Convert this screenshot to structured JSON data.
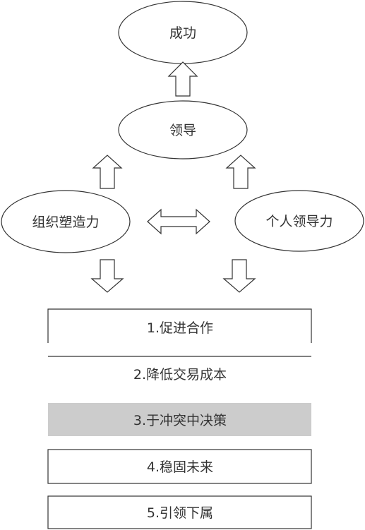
{
  "nodes": {
    "success": "成功",
    "leadership": "领导",
    "org_ability": "组织塑造力",
    "personal_ability": "个人领导力"
  },
  "items": [
    "1.促进合作",
    "2.降低交易成本",
    "3.于冲突中决策",
    "4.稳固未来",
    "5.引领下属"
  ],
  "colors": {
    "line": "#333333",
    "highlight_fill": "#cccccc",
    "background": "#ffffff"
  }
}
